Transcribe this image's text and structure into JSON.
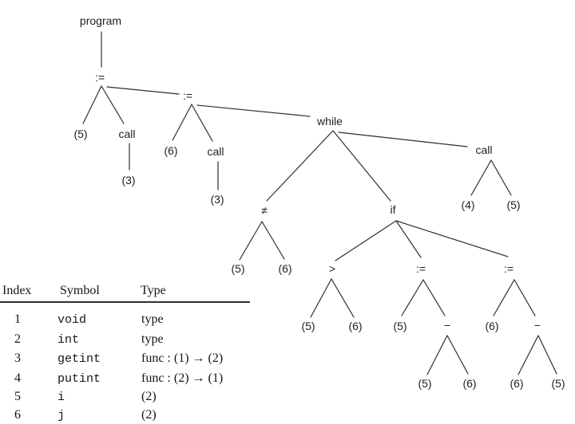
{
  "figure": {
    "background": "#ffffff",
    "text_color": "#1f1f1f",
    "line_color": "#2e2e2e"
  },
  "tree": {
    "nodes": [
      {
        "id": "program",
        "label": "program"
      },
      {
        "id": "assign-1",
        "label": ":="
      },
      {
        "id": "var-5-a",
        "label": "(5)"
      },
      {
        "id": "call-1",
        "label": "call"
      },
      {
        "id": "func-3-a",
        "label": "(3)"
      },
      {
        "id": "assign-2",
        "label": ":="
      },
      {
        "id": "var-6-a",
        "label": "(6)"
      },
      {
        "id": "call-2",
        "label": "call"
      },
      {
        "id": "func-3-b",
        "label": "(3)"
      },
      {
        "id": "while",
        "label": "while"
      },
      {
        "id": "neq",
        "label": "≠"
      },
      {
        "id": "var-5-b",
        "label": "(5)"
      },
      {
        "id": "var-6-b",
        "label": "(6)"
      },
      {
        "id": "call-3",
        "label": "call"
      },
      {
        "id": "func-4",
        "label": "(4)"
      },
      {
        "id": "var-5-c",
        "label": "(5)"
      },
      {
        "id": "if",
        "label": "if"
      },
      {
        "id": "gt",
        "label": ">"
      },
      {
        "id": "var-5-d",
        "label": "(5)"
      },
      {
        "id": "var-6-c",
        "label": "(6)"
      },
      {
        "id": "assign-3",
        "label": ":="
      },
      {
        "id": "var-5-e",
        "label": "(5)"
      },
      {
        "id": "minus-1",
        "label": "−"
      },
      {
        "id": "var-5-f",
        "label": "(5)"
      },
      {
        "id": "var-6-d",
        "label": "(6)"
      },
      {
        "id": "assign-4",
        "label": ":="
      },
      {
        "id": "var-6-e",
        "label": "(6)"
      },
      {
        "id": "minus-2",
        "label": "−"
      },
      {
        "id": "var-6-f",
        "label": "(6)"
      },
      {
        "id": "var-5-g",
        "label": "(5)"
      }
    ]
  },
  "symbol_table": {
    "headers": [
      "Index",
      "Symbol",
      "Type"
    ],
    "rows": [
      {
        "index": "1",
        "symbol": "void",
        "type": "type"
      },
      {
        "index": "2",
        "symbol": "int",
        "type": "type"
      },
      {
        "index": "3",
        "symbol": "getint",
        "type": "func : (1) → (2)"
      },
      {
        "index": "4",
        "symbol": "putint",
        "type": "func : (2) → (1)"
      },
      {
        "index": "5",
        "symbol": "i",
        "type": "(2)"
      },
      {
        "index": "6",
        "symbol": "j",
        "type": "(2)"
      }
    ]
  }
}
